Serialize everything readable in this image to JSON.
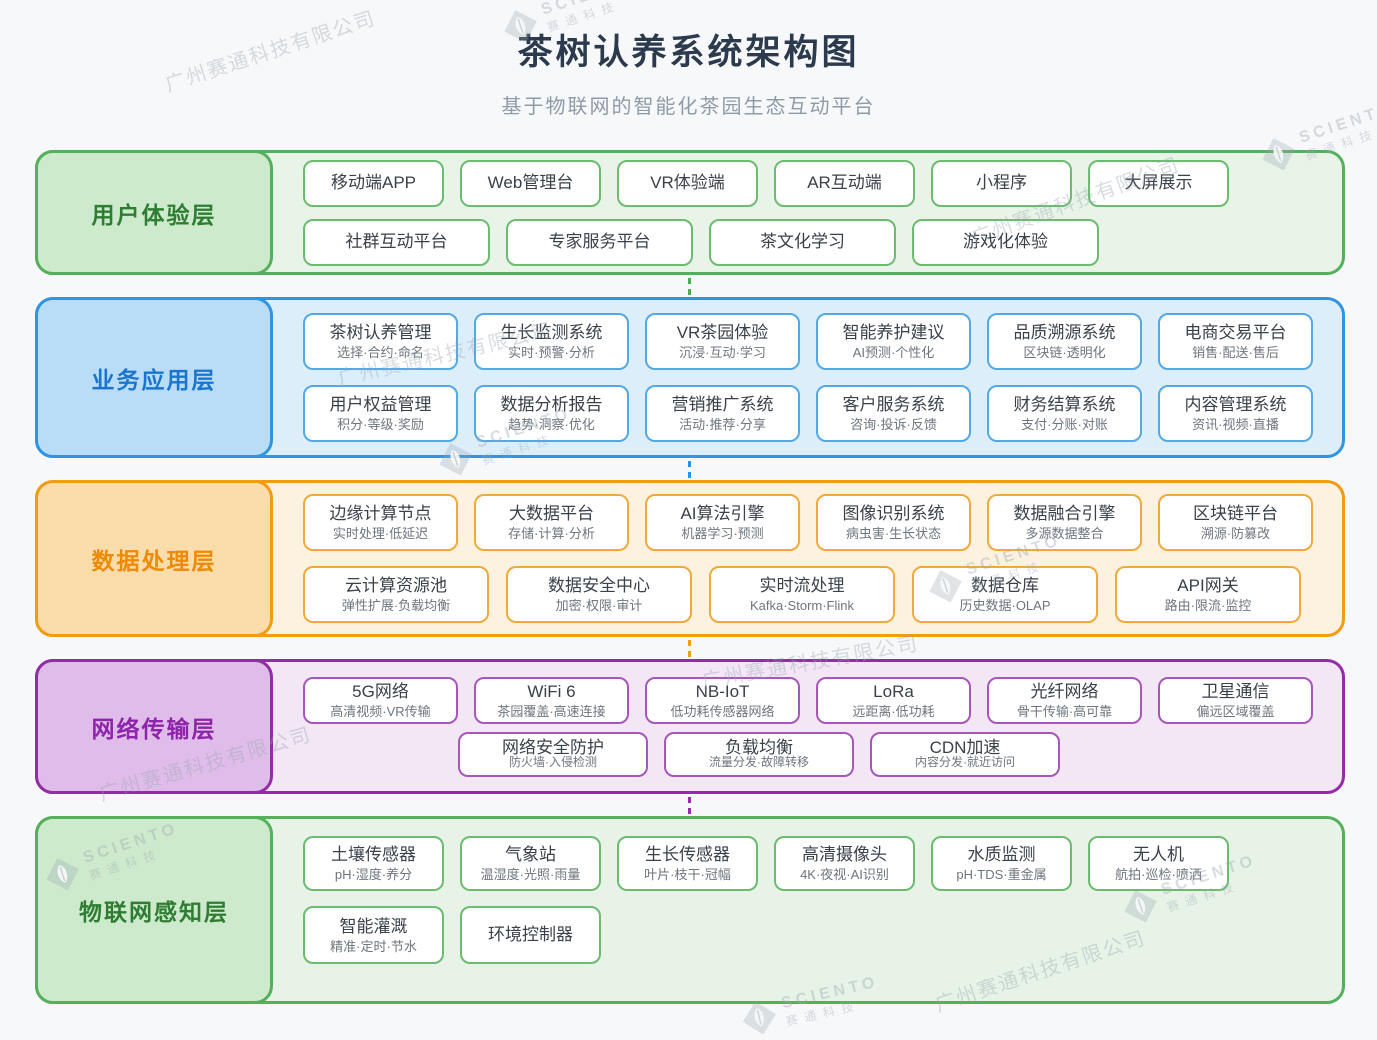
{
  "header": {
    "title": "茶树认养系统架构图",
    "subtitle": "基于物联网的智能化茶园生态互动平台"
  },
  "watermark": {
    "brand": "SCIENTO",
    "brand_cn": "赛通科技",
    "company": "广州赛通科技有限公司"
  },
  "layers": [
    {
      "id": "user-experience",
      "label": "用户体验层",
      "colors": {
        "border": "#55b05b",
        "label_bg": "#cdeacd",
        "label_text": "#2f7d33",
        "content_bg": "#e9f4e9",
        "box_border": "#6cbc70",
        "connector": "#4caf50"
      },
      "rows": [
        {
          "boxes": [
            {
              "title": "移动端APP"
            },
            {
              "title": "Web管理台"
            },
            {
              "title": "VR体验端"
            },
            {
              "title": "AR互动端"
            },
            {
              "title": "小程序"
            },
            {
              "title": "大屏展示"
            }
          ]
        },
        {
          "boxes": [
            {
              "title": "社群互动平台"
            },
            {
              "title": "专家服务平台"
            },
            {
              "title": "茶文化学习"
            },
            {
              "title": "游戏化体验"
            }
          ]
        }
      ]
    },
    {
      "id": "business-application",
      "label": "业务应用层",
      "colors": {
        "border": "#2f95e3",
        "label_bg": "#b9ddf6",
        "label_text": "#1b75d0",
        "content_bg": "#ddeefb",
        "box_border": "#52a9e8",
        "connector": "#2196f3"
      },
      "rows": [
        {
          "boxes": [
            {
              "title": "茶树认养管理",
              "sub": "选择·合约·命名"
            },
            {
              "title": "生长监测系统",
              "sub": "实时·预警·分析"
            },
            {
              "title": "VR茶园体验",
              "sub": "沉浸·互动·学习"
            },
            {
              "title": "智能养护建议",
              "sub": "AI预测·个性化"
            },
            {
              "title": "品质溯源系统",
              "sub": "区块链·透明化"
            },
            {
              "title": "电商交易平台",
              "sub": "销售·配送·售后"
            }
          ]
        },
        {
          "boxes": [
            {
              "title": "用户权益管理",
              "sub": "积分·等级·奖励"
            },
            {
              "title": "数据分析报告",
              "sub": "趋势·洞察·优化"
            },
            {
              "title": "营销推广系统",
              "sub": "活动·推荐·分享"
            },
            {
              "title": "客户服务系统",
              "sub": "咨询·投诉·反馈"
            },
            {
              "title": "财务结算系统",
              "sub": "支付·分账·对账"
            },
            {
              "title": "内容管理系统",
              "sub": "资讯·视频·直播"
            }
          ]
        }
      ]
    },
    {
      "id": "data-processing",
      "label": "数据处理层",
      "colors": {
        "border": "#f39c12",
        "label_bg": "#fbdcab",
        "label_text": "#ee8a00",
        "content_bg": "#fdf2e0",
        "box_border": "#f2a93b",
        "connector": "#f39c12"
      },
      "rows": [
        {
          "boxes": [
            {
              "title": "边缘计算节点",
              "sub": "实时处理·低延迟"
            },
            {
              "title": "大数据平台",
              "sub": "存储·计算·分析"
            },
            {
              "title": "AI算法引擎",
              "sub": "机器学习·预测"
            },
            {
              "title": "图像识别系统",
              "sub": "病虫害·生长状态"
            },
            {
              "title": "数据融合引擎",
              "sub": "多源数据整合"
            },
            {
              "title": "区块链平台",
              "sub": "溯源·防篡改"
            }
          ]
        },
        {
          "boxes": [
            {
              "title": "云计算资源池",
              "sub": "弹性扩展·负载均衡"
            },
            {
              "title": "数据安全中心",
              "sub": "加密·权限·审计"
            },
            {
              "title": "实时流处理",
              "sub": "Kafka·Storm·Flink"
            },
            {
              "title": "数据仓库",
              "sub": "历史数据·OLAP"
            },
            {
              "title": "API网关",
              "sub": "路由·限流·监控"
            }
          ]
        }
      ]
    },
    {
      "id": "network-transmission",
      "label": "网络传输层",
      "colors": {
        "border": "#952ba8",
        "label_bg": "#dfbce9",
        "label_text": "#8e24aa",
        "content_bg": "#f3e7f6",
        "box_border": "#a855bc",
        "connector": "#9c27b0"
      },
      "rows": [
        {
          "boxes": [
            {
              "title": "5G网络",
              "sub": "高清视频·VR传输"
            },
            {
              "title": "WiFi 6",
              "sub": "茶园覆盖·高速连接"
            },
            {
              "title": "NB-IoT",
              "sub": "低功耗传感器网络"
            },
            {
              "title": "LoRa",
              "sub": "远距离·低功耗"
            },
            {
              "title": "光纤网络",
              "sub": "骨干传输·高可靠"
            },
            {
              "title": "卫星通信",
              "sub": "偏远区域覆盖"
            }
          ]
        },
        {
          "boxes": [
            {
              "title": "网络安全防护",
              "sub": "防火墙·入侵检测"
            },
            {
              "title": "负载均衡",
              "sub": "流量分发·故障转移"
            },
            {
              "title": "CDN加速",
              "sub": "内容分发·就近访问"
            }
          ]
        }
      ]
    },
    {
      "id": "iot-perception",
      "label": "物联网感知层",
      "colors": {
        "border": "#55b05b",
        "label_bg": "#cdeacd",
        "label_text": "#2f7d33",
        "content_bg": "#e7f3e7",
        "box_border": "#6cbc70",
        "connector": "#4caf50"
      },
      "rows": [
        {
          "boxes": [
            {
              "title": "土壤传感器",
              "sub": "pH·湿度·养分"
            },
            {
              "title": "气象站",
              "sub": "温湿度·光照·雨量"
            },
            {
              "title": "生长传感器",
              "sub": "叶片·枝干·冠幅"
            },
            {
              "title": "高清摄像头",
              "sub": "4K·夜视·AI识别"
            },
            {
              "title": "水质监测",
              "sub": "pH·TDS·重金属"
            },
            {
              "title": "无人机",
              "sub": "航拍·巡检·喷洒"
            }
          ]
        },
        {
          "boxes": [
            {
              "title": "智能灌溉",
              "sub": "精准·定时·节水"
            },
            {
              "title": "环境控制器"
            }
          ]
        }
      ]
    }
  ]
}
